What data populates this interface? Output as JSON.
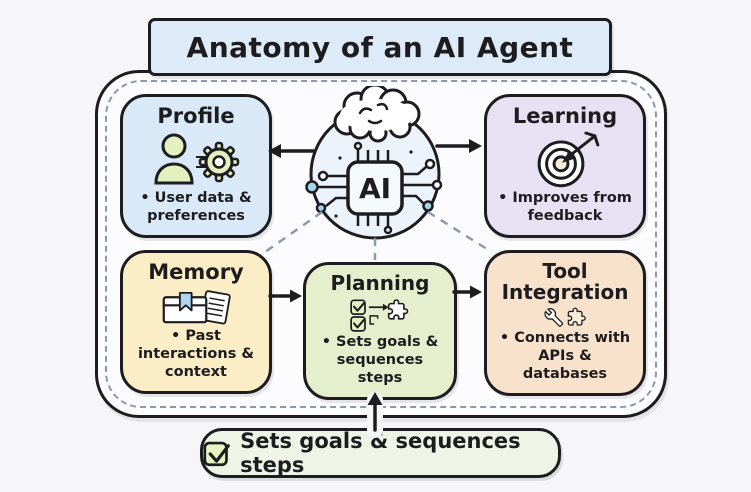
{
  "title": "Anatomy of an AI Agent",
  "center": {
    "label": "AI",
    "icon": "brain-chip-icon"
  },
  "nodes": [
    {
      "id": "profile",
      "title": "Profile",
      "desc": "• User data & preferences",
      "icon": "user-gear-icon",
      "bg": "#d9e9f7"
    },
    {
      "id": "learning",
      "title": "Learning",
      "desc": "• Improves from feedback",
      "icon": "target-arrow-icon",
      "bg": "#e7e1f4"
    },
    {
      "id": "memory",
      "title": "Memory",
      "desc": "• Past interactions & context",
      "icon": "archive-box-icon",
      "bg": "#fbeec6"
    },
    {
      "id": "planning",
      "title": "Planning",
      "desc": "• Sets goals & sequences steps",
      "icon": "checklist-puzzle-icon",
      "bg": "#e5eecd"
    },
    {
      "id": "tool",
      "title": "Tool Integration",
      "desc": "• Connects with APIs & databases",
      "icon": "wrench-puzzle-icon",
      "bg": "#f9e2cb"
    }
  ],
  "banner": {
    "label": "Sets goals & sequences steps",
    "icon": "checkbox-icon"
  },
  "colors": {
    "ink": "#1d1d20",
    "dashed_connector": "#8e97ab",
    "title_bg": "#dcebf7",
    "icon_green": "#e4f0c0",
    "bookmark_blue": "#aed6ef",
    "dot_blue": "#a5d3ee",
    "cream": "#f6eed8",
    "banner_bg": "#f0f4e6"
  }
}
